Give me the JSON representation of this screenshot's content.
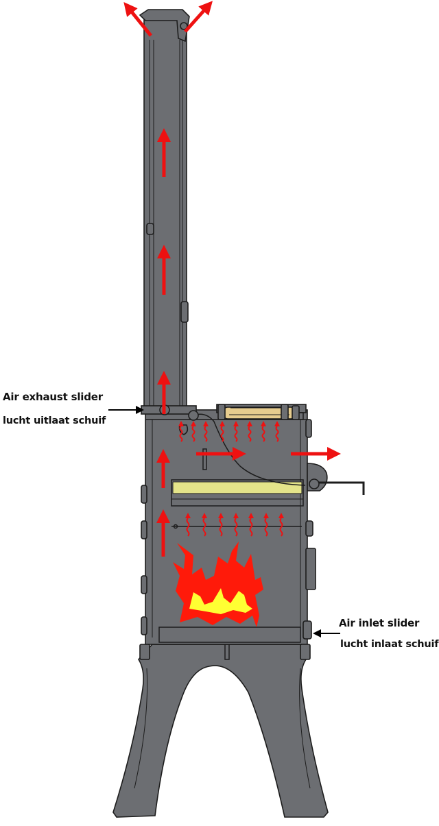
{
  "colors": {
    "stove_body": "#6c6e72",
    "outline": "#1c1c1c",
    "airflow_arrow": "#ee1111",
    "flame_red": "#ff1a0a",
    "flame_yellow": "#ffff33",
    "baffle_plate": "#e4e48a",
    "wood_handle": "#e6cc8e",
    "background": "#ffffff",
    "label_text": "#111111",
    "pointer": "#000000"
  },
  "labels": {
    "exhaust": {
      "title": "Air exhaust slider",
      "subtitle": "lucht uitlaat schuif"
    },
    "inlet": {
      "title": "Air inlet slider",
      "subtitle": "lucht inlaat schuif"
    }
  },
  "icons": {
    "flow": "arrow-icon",
    "heat": "wavy-arrow-icon",
    "fire": "flame-icon"
  }
}
